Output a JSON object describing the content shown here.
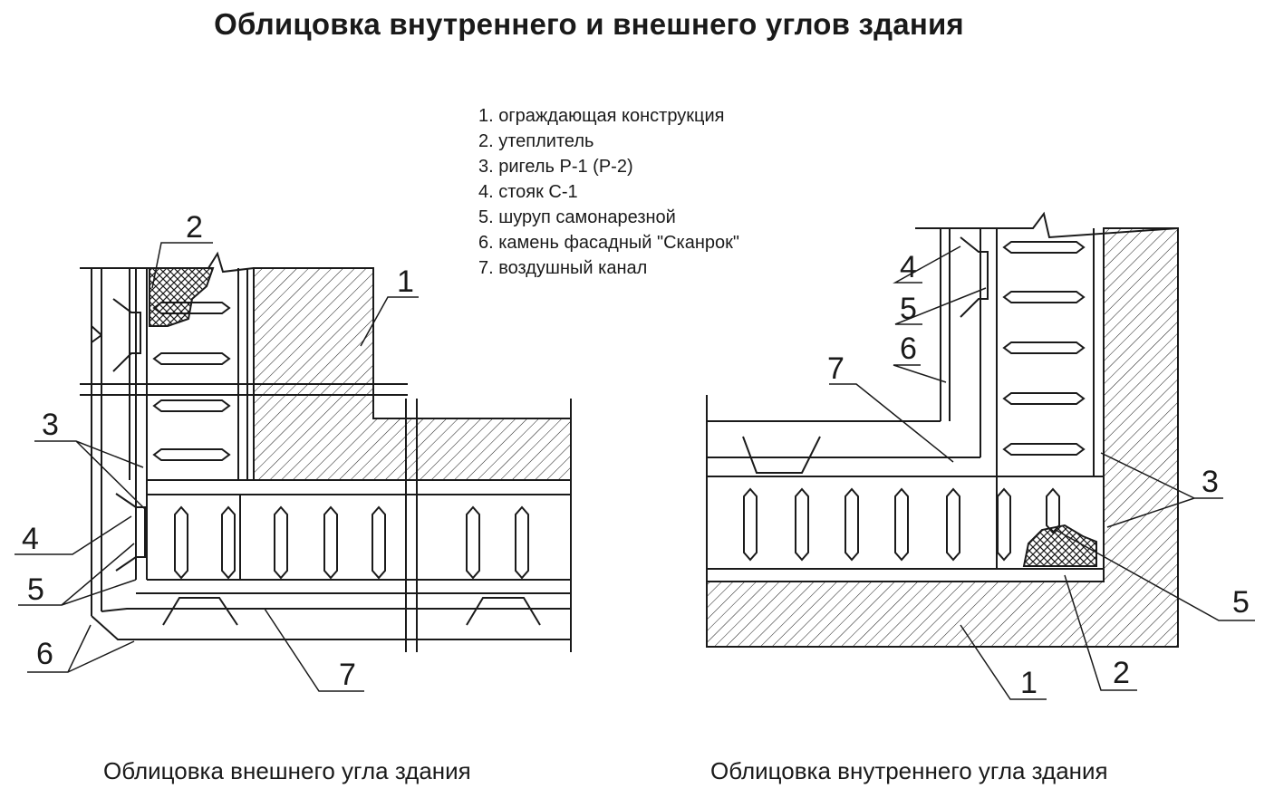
{
  "title": "Облицовка внутреннего и внешнего углов здания",
  "legend": [
    "1. ограждающая конструкция",
    "2. утеплитель",
    "3. ригель Р-1 (Р-2)",
    "4. стояк С-1",
    "5. шуруп самонарезной",
    "6. камень  фасадный \"Сканрок\"",
    "7. воздушный канал"
  ],
  "captions": {
    "left": "Облицовка  внешнего угла здания",
    "right": "Облицовка  внутреннего угла здания"
  },
  "callouts": {
    "left": [
      "1",
      "2",
      "3",
      "4",
      "5",
      "6",
      "7"
    ],
    "right": [
      "1",
      "2",
      "3",
      "4",
      "5",
      "6",
      "7",
      "5"
    ]
  },
  "colors": {
    "line": "#1a1a1a",
    "background": "#ffffff"
  }
}
